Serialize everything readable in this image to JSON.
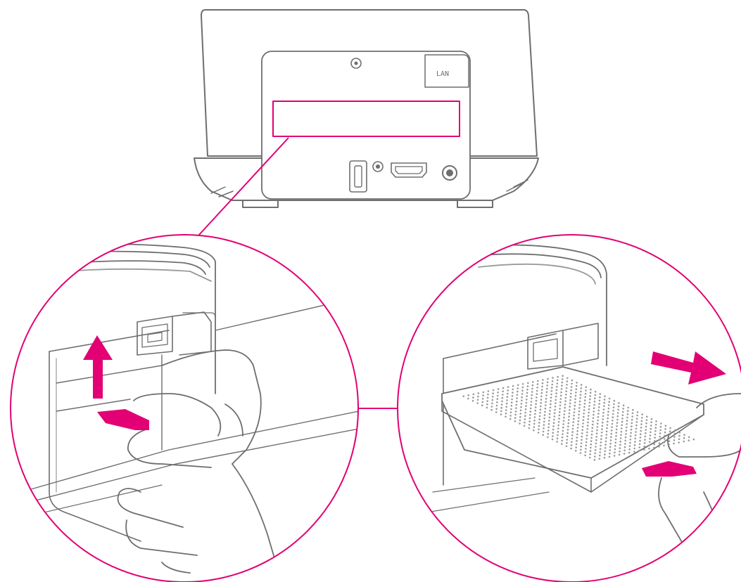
{
  "device_rear_panel": {
    "port_label": "LAN"
  },
  "colors": {
    "accent": "#e20074",
    "outline": "#6e6e6e",
    "outline_light": "#9a9a9a",
    "background": "#ffffff"
  },
  "steps": [
    {
      "icon": "arrow-up-icon",
      "direction": "up"
    },
    {
      "icon": "arrow-right-icon",
      "direction": "right"
    }
  ]
}
